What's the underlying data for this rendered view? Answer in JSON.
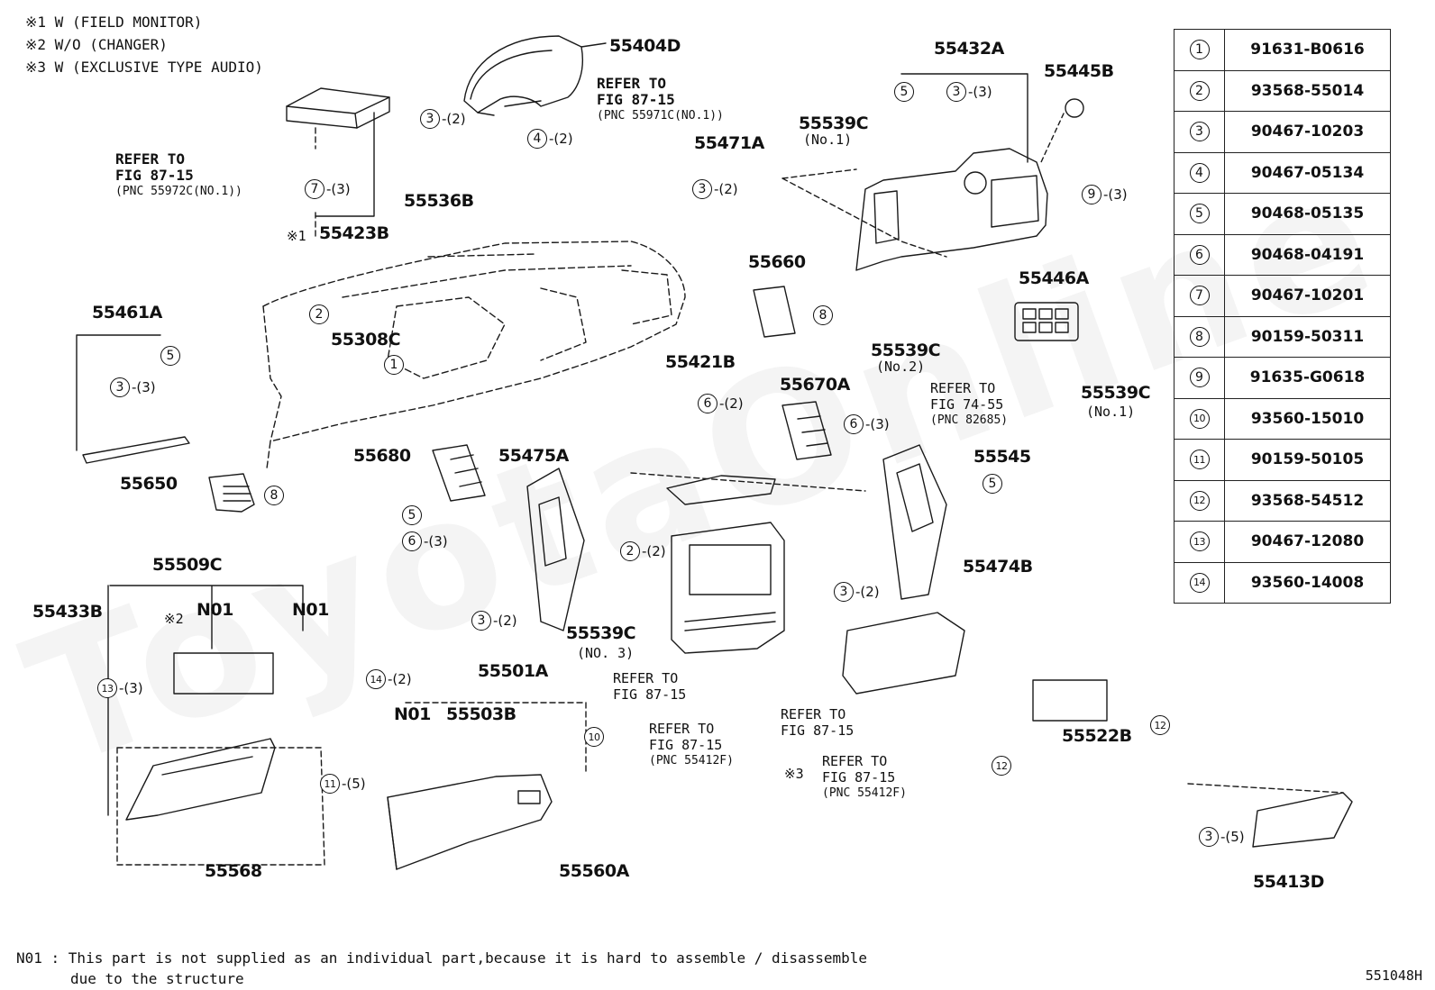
{
  "notes": {
    "n1": "※1 W (FIELD MONITOR)",
    "n2": "※2 W/O (CHANGER)",
    "n3": "※3 W (EXCLUSIVE TYPE AUDIO)"
  },
  "watermark": "ToyotaOnline",
  "parts": {
    "p55404D": "55404D",
    "p55432A": "55432A",
    "p55445B": "55445B",
    "p55539C_1": "55539C",
    "p55539C_1_sub": "(No.1)",
    "p55471A": "55471A",
    "p55423B": "55423B",
    "p55423B_mark": "※1",
    "p55536B": "55536B",
    "p55660": "55660",
    "p55446A": "55446A",
    "p55461A": "55461A",
    "p55308C": "55308C",
    "p55539C_2": "55539C",
    "p55539C_2_sub": "(No.2)",
    "p55539C_1b": "55539C",
    "p55539C_1b_sub": "(No.1)",
    "p55421B": "55421B",
    "p55670A": "55670A",
    "p55545": "55545",
    "p55680": "55680",
    "p55475A": "55475A",
    "p55650": "55650",
    "p55474B": "55474B",
    "p55509C": "55509C",
    "p55433B": "55433B",
    "n01_a": "N01",
    "n01_a_mark": "※2",
    "n01_b": "N01",
    "p55539C_3": "55539C",
    "p55539C_3_sub": "(NO. 3)",
    "p55501A": "55501A",
    "n01_c": "N01",
    "p55503B": "55503B",
    "p55522B": "55522B",
    "p55568": "55568",
    "p55560A": "55560A",
    "p55413D": "55413D",
    "mark3": "※3"
  },
  "refs": {
    "r1": {
      "l1": "REFER TO",
      "l2": "FIG 87-15",
      "l3": "(PNC 55971C(NO.1))"
    },
    "r2": {
      "l1": "REFER TO",
      "l2": "FIG 87-15",
      "l3": "(PNC 55972C(NO.1))"
    },
    "r3": {
      "l1": "REFER TO",
      "l2": "FIG 74-55",
      "l3": "(PNC 82685)"
    },
    "r4": {
      "l1": "REFER TO",
      "l2": "FIG 87-15"
    },
    "r5": {
      "l1": "REFER TO",
      "l2": "FIG 87-15",
      "l3": "(PNC 55412F)"
    },
    "r6": {
      "l1": "REFER TO",
      "l2": "FIG 87-15"
    },
    "r7": {
      "l1": "REFER TO",
      "l2": "FIG 87-15",
      "l3": "(PNC 55412F)"
    }
  },
  "callouts": {
    "c1": {
      "n": "3",
      "q": "-(2)"
    },
    "c2": {
      "n": "4",
      "q": "-(2)"
    },
    "c3": {
      "n": "7",
      "q": "-(3)"
    },
    "c4": {
      "n": "5",
      "q": ""
    },
    "c5": {
      "n": "3",
      "q": "-(3)"
    },
    "c6": {
      "n": "3",
      "q": "-(2)"
    },
    "c7": {
      "n": "9",
      "q": "-(3)"
    },
    "c8": {
      "n": "2",
      "q": ""
    },
    "c9": {
      "n": "1",
      "q": ""
    },
    "c10": {
      "n": "3",
      "q": "-(3)"
    },
    "c11": {
      "n": "5",
      "q": ""
    },
    "c12": {
      "n": "8",
      "q": ""
    },
    "c13": {
      "n": "6",
      "q": "-(2)"
    },
    "c14": {
      "n": "6",
      "q": "-(3)"
    },
    "c15": {
      "n": "5",
      "q": ""
    },
    "c16": {
      "n": "8",
      "q": ""
    },
    "c17": {
      "n": "5",
      "q": ""
    },
    "c18": {
      "n": "6",
      "q": "-(3)"
    },
    "c19": {
      "n": "2",
      "q": "-(2)"
    },
    "c20": {
      "n": "3",
      "q": "-(2)"
    },
    "c21": {
      "n": "3",
      "q": "-(2)"
    },
    "c22": {
      "n": "13",
      "q": "-(3)"
    },
    "c23": {
      "n": "14",
      "q": "-(2)"
    },
    "c24": {
      "n": "10",
      "q": ""
    },
    "c25": {
      "n": "11",
      "q": "-(5)"
    },
    "c26": {
      "n": "12",
      "q": ""
    },
    "c27": {
      "n": "12",
      "q": ""
    },
    "c28": {
      "n": "3",
      "q": "-(5)"
    }
  },
  "table": [
    {
      "n": "1",
      "part": "91631-B0616"
    },
    {
      "n": "2",
      "part": "93568-55014"
    },
    {
      "n": "3",
      "part": "90467-10203"
    },
    {
      "n": "4",
      "part": "90467-05134"
    },
    {
      "n": "5",
      "part": "90468-05135"
    },
    {
      "n": "6",
      "part": "90468-04191"
    },
    {
      "n": "7",
      "part": "90467-10201"
    },
    {
      "n": "8",
      "part": "90159-50311"
    },
    {
      "n": "9",
      "part": "91635-G0618"
    },
    {
      "n": "10",
      "part": "93560-15010"
    },
    {
      "n": "11",
      "part": "90159-50105"
    },
    {
      "n": "12",
      "part": "93568-54512"
    },
    {
      "n": "13",
      "part": "90467-12080"
    },
    {
      "n": "14",
      "part": "93560-14008"
    }
  ],
  "footnote": {
    "l1": "N01 : This part is not supplied as an individual part,because it is hard to assemble / disassemble",
    "l2": "due to the structure"
  },
  "diagram_id": "551048H"
}
